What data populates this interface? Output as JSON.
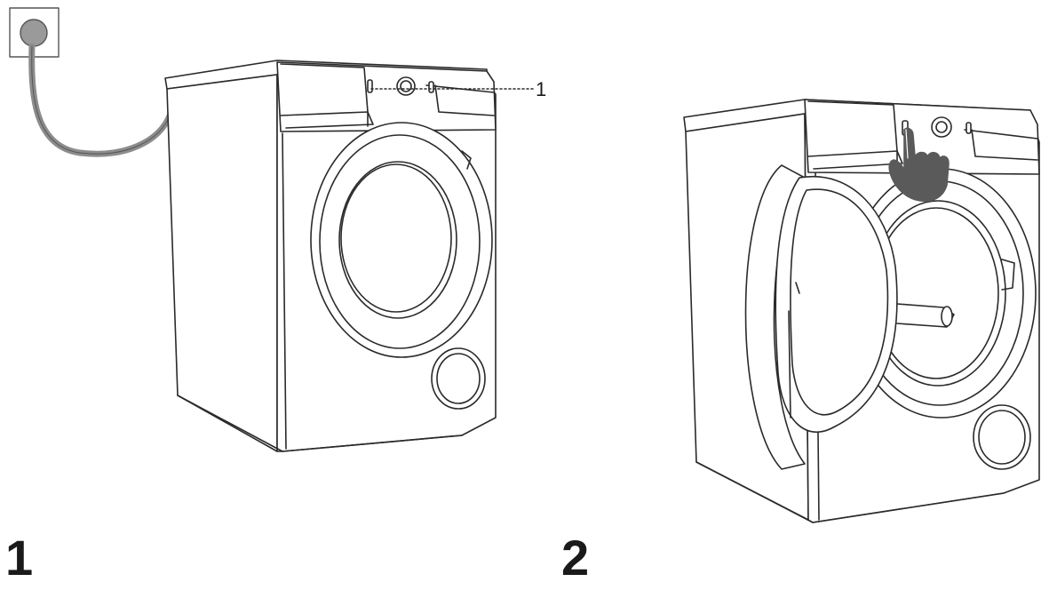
{
  "steps": [
    {
      "number": "1",
      "callout_label": "1"
    },
    {
      "number": "2"
    }
  ],
  "colors": {
    "line": "#2a2a2a",
    "plug_face": "#9a9a9a",
    "cord": "#8c8c8c",
    "hand": "#5a5a5a",
    "background": "#ffffff"
  }
}
